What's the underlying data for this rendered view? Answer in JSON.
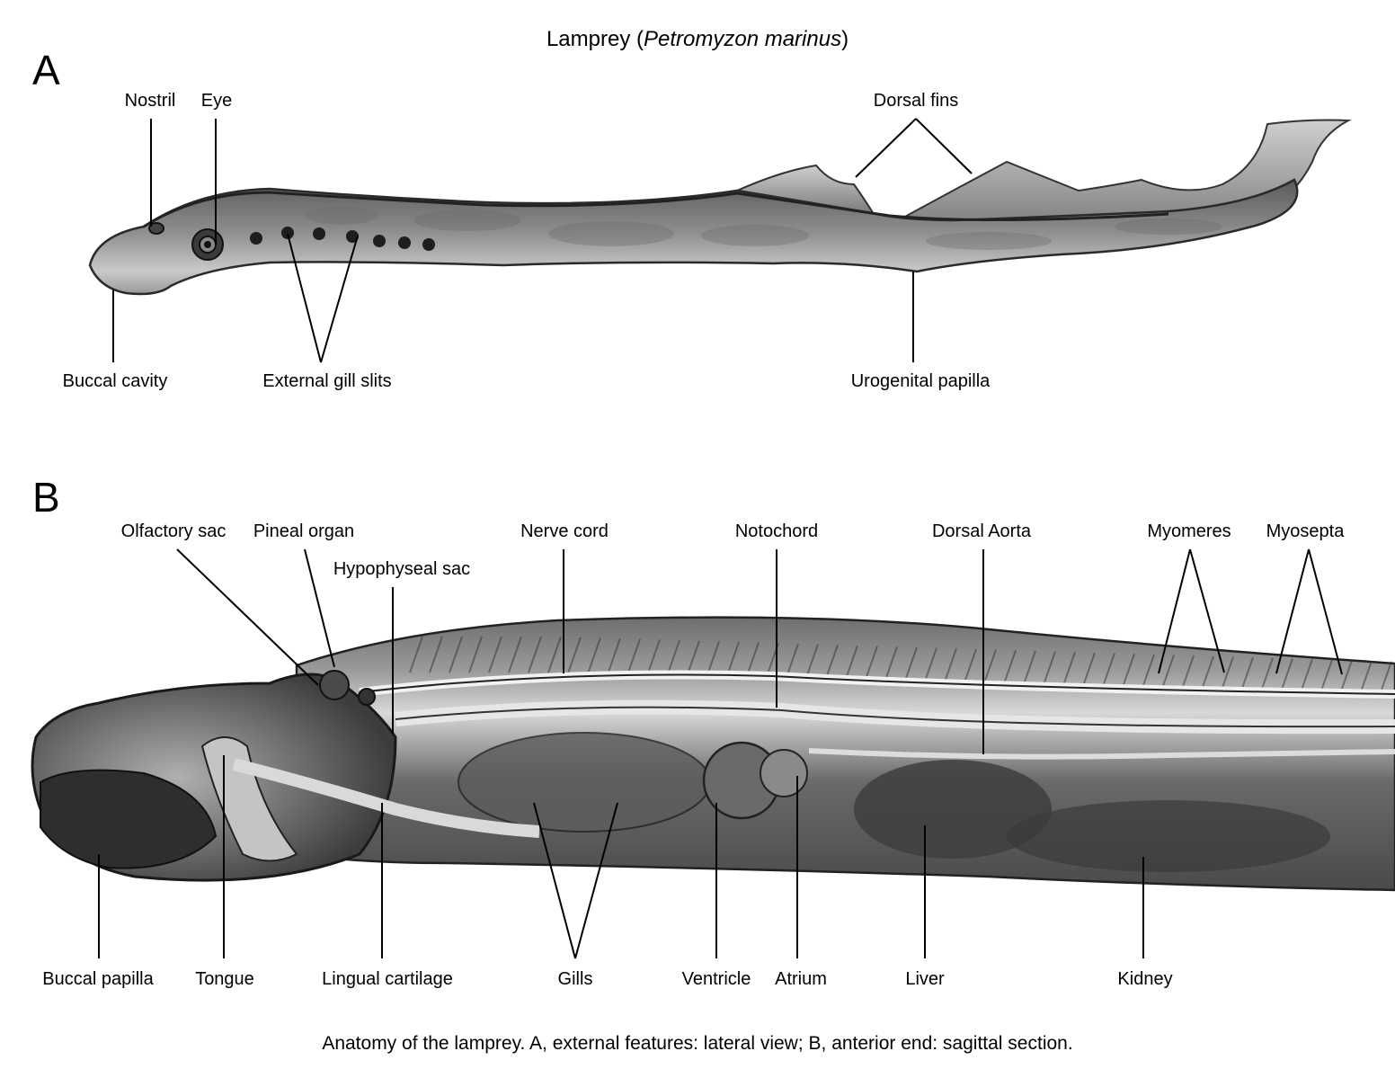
{
  "title": {
    "prefix": "Lamprey (",
    "species": "Petromyzon marinus",
    "suffix": ")"
  },
  "panels": {
    "a": "A",
    "b": "B"
  },
  "panel_a_labels": {
    "nostril": "Nostril",
    "eye": "Eye",
    "dorsal_fins": "Dorsal fins",
    "buccal_cavity": "Buccal cavity",
    "external_gill_slits": "External gill slits",
    "urogenital_papilla": "Urogenital papilla"
  },
  "panel_b_labels": {
    "olfactory_sac": "Olfactory sac",
    "pineal_organ": "Pineal organ",
    "hypophyseal_sac": "Hypophyseal sac",
    "nerve_cord": "Nerve cord",
    "notochord": "Notochord",
    "dorsal_aorta": "Dorsal Aorta",
    "myomeres": "Myomeres",
    "myosepta": "Myosepta",
    "buccal_papilla": "Buccal papilla",
    "tongue": "Tongue",
    "lingual_cartilage": "Lingual cartilage",
    "gills": "Gills",
    "ventricle": "Ventricle",
    "atrium": "Atrium",
    "liver": "Liver",
    "kidney": "Kidney"
  },
  "caption": "Anatomy of the lamprey. A, external features: lateral view; B, anterior end: sagittal section."
}
